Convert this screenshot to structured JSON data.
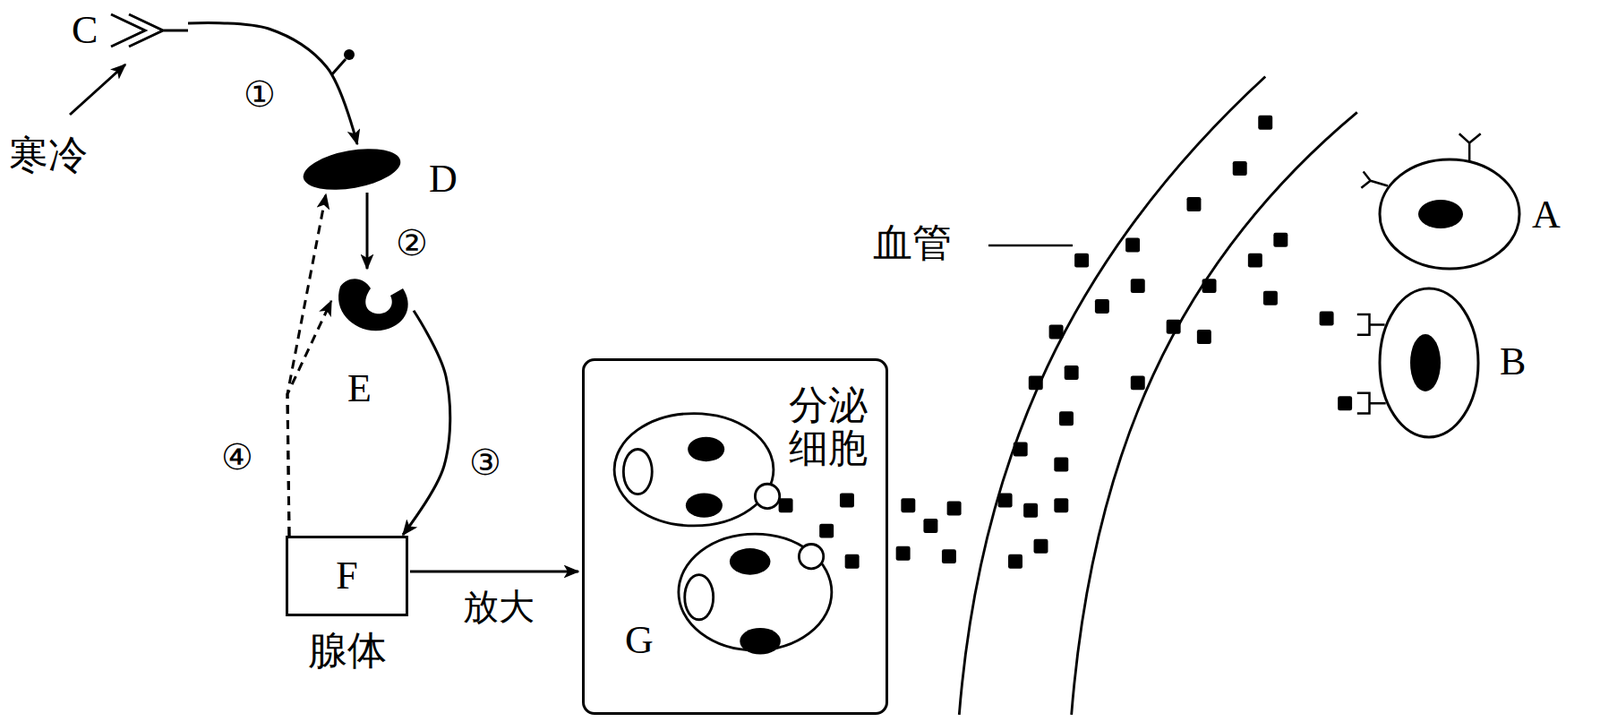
{
  "diagram": {
    "nodes": [
      {
        "text": [
          "C"
        ]
      },
      {
        "text": [
          "D"
        ]
      },
      {
        "text": [
          "E"
        ]
      },
      {
        "text": [
          "F",
          "腺体"
        ]
      },
      {
        "text": [
          "分泌细胞",
          "G"
        ]
      },
      {
        "text": [
          "A"
        ]
      },
      {
        "text": [
          "B"
        ]
      }
    ],
    "edges": [
      {
        "from": 0,
        "to": 1,
        "arrow": "to",
        "label": "①"
      },
      {
        "from": 1,
        "to": 2,
        "arrow": "to",
        "label": "②"
      },
      {
        "from": 2,
        "to": 3,
        "arrow": "to",
        "label": "③"
      },
      {
        "from": 3,
        "to": 1,
        "arrow": "to",
        "label": "④"
      },
      {
        "from": 3,
        "to": 2,
        "arrow": "to"
      },
      {
        "from": 3,
        "to": 4,
        "arrow": "to",
        "label": "放大"
      }
    ],
    "labels": [
      "寒冷",
      "血管"
    ]
  }
}
